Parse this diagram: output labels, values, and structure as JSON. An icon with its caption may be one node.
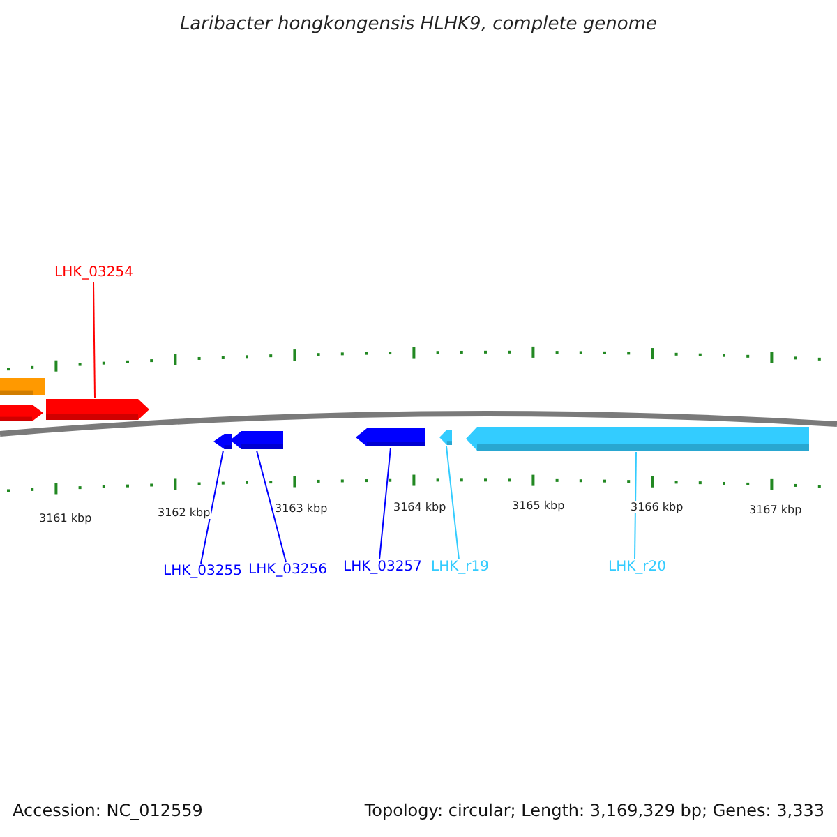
{
  "diagram": {
    "title": "Laribacter hongkongensis HLHK9, complete genome",
    "nodes": [
      {
        "text": [
          "LHK_03254"
        ]
      },
      {
        "text": [],
        "shape": "bar"
      },
      {
        "text": [],
        "shape": "bar"
      },
      {
        "text": [],
        "shape": "bar"
      },
      {
        "text": [],
        "shape": "bar"
      },
      {
        "text": [],
        "shape": "bar"
      },
      {
        "text": [],
        "shape": "bar"
      },
      {
        "text": [],
        "shape": "bar"
      },
      {
        "text": [],
        "shape": "bar"
      },
      {
        "text": [
          "LHK_03255"
        ]
      },
      {
        "text": [
          "LHK_03256"
        ]
      },
      {
        "text": [
          "LHK_03257"
        ]
      },
      {
        "text": [
          "LHK_r19"
        ]
      },
      {
        "text": [
          "LHK_r20"
        ]
      }
    ],
    "edges": [
      {
        "from": 0,
        "to": 3,
        "arrow": "none",
        "color": "#ff0000"
      },
      {
        "from": 9,
        "to": 4,
        "arrow": "none"
      },
      {
        "from": 10,
        "to": 5,
        "arrow": "none"
      },
      {
        "from": 11,
        "to": 6,
        "arrow": "none"
      },
      {
        "from": 12,
        "to": 7,
        "arrow": "none",
        "color": "#33ccff"
      },
      {
        "from": 13,
        "to": 8,
        "arrow": "none",
        "color": "#33ccff"
      }
    ],
    "labels": [
      "3161 kbp",
      "3162 kbp",
      "3163 kbp",
      "3164 kbp",
      "3165 kbp",
      "3166 kbp",
      "3167 kbp",
      "Accession: NC_012559",
      "Topology: circular; Length: 3,169,329 bp; Genes: 3,333"
    ]
  }
}
